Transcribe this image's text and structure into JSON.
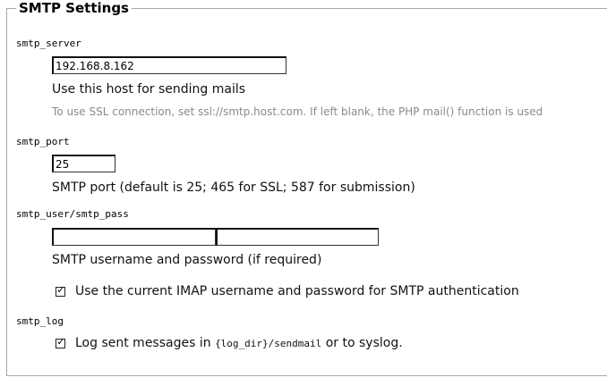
{
  "section": {
    "title": "SMTP Settings"
  },
  "smtp_server": {
    "key": "smtp_server",
    "value": "192.168.8.162",
    "description": "Use this host for sending mails",
    "hint": "To use SSL connection, set ssl://smtp.host.com. If left blank, the PHP mail() function is used"
  },
  "smtp_port": {
    "key": "smtp_port",
    "value": "25",
    "description": "SMTP port (default is 25; 465 for SSL; 587 for submission)"
  },
  "smtp_user_pass": {
    "key": "smtp_user/smtp_pass",
    "user_value": "",
    "pass_value": "",
    "description": "SMTP username and password (if required)",
    "checkbox_checked": true,
    "checkbox_label": "Use the current IMAP username and password for SMTP authentication"
  },
  "smtp_log": {
    "key": "smtp_log",
    "checkbox_checked": true,
    "label_before": "Log sent messages in ",
    "label_code": "{log_dir}/sendmail",
    "label_after": " or to syslog."
  }
}
